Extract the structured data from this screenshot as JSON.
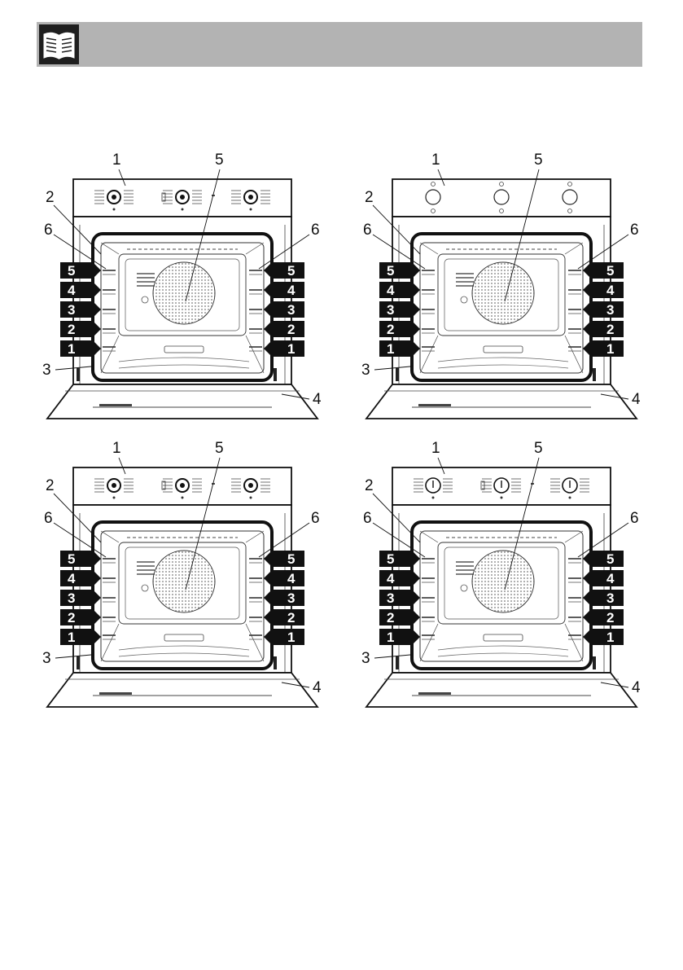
{
  "header": {
    "icon": "open-book-icon",
    "color": "#b3b3b3"
  },
  "figures": [
    {
      "panel": "multi-knob-dials",
      "callouts": [
        "1",
        "2",
        "3",
        "4",
        "5",
        "6",
        "6"
      ],
      "shelf_levels": [
        "5",
        "4",
        "3",
        "2",
        "1"
      ]
    },
    {
      "panel": "plain-knobs",
      "callouts": [
        "1",
        "2",
        "3",
        "4",
        "5",
        "6",
        "6"
      ],
      "shelf_levels": [
        "5",
        "4",
        "3",
        "2",
        "1"
      ]
    },
    {
      "panel": "multi-knob-dials",
      "callouts": [
        "1",
        "2",
        "3",
        "4",
        "5",
        "6",
        "6"
      ],
      "shelf_levels": [
        "5",
        "4",
        "3",
        "2",
        "1"
      ]
    },
    {
      "panel": "timer-dials",
      "callouts": [
        "1",
        "2",
        "3",
        "4",
        "5",
        "6",
        "6"
      ],
      "shelf_levels": [
        "5",
        "4",
        "3",
        "2",
        "1"
      ]
    }
  ]
}
